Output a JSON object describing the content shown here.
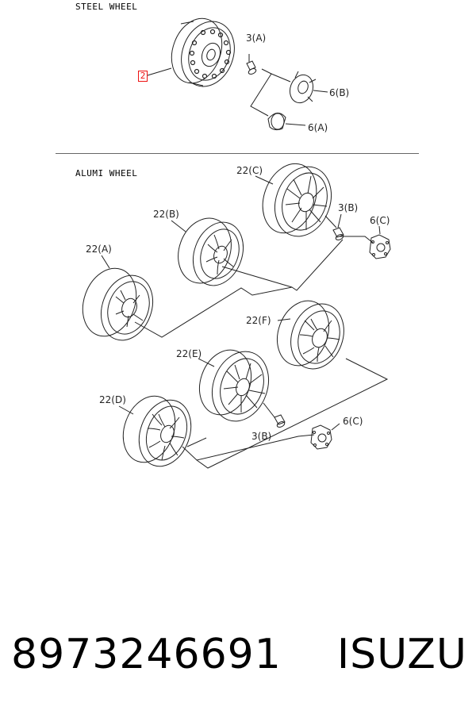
{
  "sections": {
    "steel_title": "STEEL WHEEL",
    "alumi_title": "ALUMI WHEEL"
  },
  "callouts": {
    "steel_part_number": "2",
    "steel_nut": "3(A)",
    "steel_cap_b": "6(B)",
    "steel_cap_a": "6(A)",
    "alu_22c": "22(C)",
    "alu_22b": "22(B)",
    "alu_22a": "22(A)",
    "alu_nut_top": "3(B)",
    "alu_cap_top": "6(C)",
    "alu_22f": "22(F)",
    "alu_22e": "22(E)",
    "alu_22d": "22(D)",
    "alu_nut_bottom": "3(B)",
    "alu_cap_bottom": "6(C)"
  },
  "footer": {
    "part_number": "8973246691",
    "brand": "ISUZU"
  },
  "colors": {
    "highlight": "#e11111",
    "line": "#222222"
  }
}
